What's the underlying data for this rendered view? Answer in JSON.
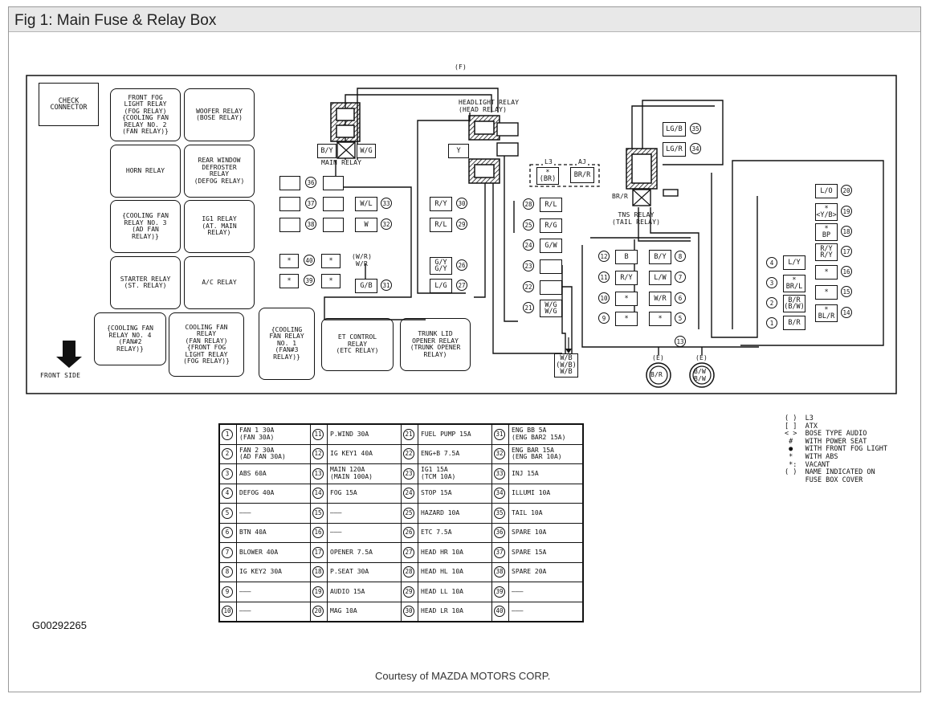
{
  "title": "Fig 1: Main Fuse & Relay Box",
  "diagram": {
    "top_marker": "(F)",
    "front_side": "FRONT SIDE",
    "left_relays": [
      {
        "id": "check-connector",
        "label": "CHECK\nCONNECTOR"
      },
      {
        "id": "front-fog-relay",
        "label": "FRONT FOG\nLIGHT RELAY\n(FOG RELAY)\n{COOLING FAN\nRELAY NO. 2\n(FAN RELAY)}"
      },
      {
        "id": "woofer-relay",
        "label": "WOOFER RELAY\n(BOSE RELAY)"
      },
      {
        "id": "horn-relay",
        "label": "HORN RELAY"
      },
      {
        "id": "rear-defroster-relay",
        "label": "REAR WINDOW\nDEFROSTER\nRELAY\n(DEFOG RELAY)"
      },
      {
        "id": "cooling-fan-relay-3",
        "label": "{COOLING FAN\nRELAY NO. 3\n(AD FAN\nRELAY)}"
      },
      {
        "id": "ig1-relay",
        "label": "IG1 RELAY\n(AT. MAIN\nRELAY)"
      },
      {
        "id": "starter-relay",
        "label": "STARTER RELAY\n(ST. RELAY)"
      },
      {
        "id": "ac-relay",
        "label": "A/C RELAY"
      },
      {
        "id": "cooling-fan-relay-4",
        "label": "{COOLING FAN\nRELAY NO. 4\n(FAN#2\nRELAY)}"
      },
      {
        "id": "cooling-fan-relay",
        "label": "COOLING FAN\nRELAY\n(FAN RELAY)\n{FRONT FOG\nLIGHT RELAY\n(FOG RELAY)}"
      },
      {
        "id": "cooling-fan-relay-1",
        "label": "{COOLING\nFAN RELAY\nNO. 1\n(FAN#3\nRELAY)}"
      },
      {
        "id": "et-control-relay",
        "label": "ET CONTROL\nRELAY\n(ETC RELAY)"
      },
      {
        "id": "trunk-lid-relay",
        "label": "TRUNK LID\nOPENER RELAY\n(TRUNK OPENER\nRELAY)"
      }
    ],
    "main_relay": {
      "label": "MAIN RELAY",
      "wire_left": "B/Y",
      "wire_right": "W/G"
    },
    "headlight_relay": {
      "label": "HEADLIGHT RELAY\n(HEAD RELAY)",
      "wire": "Y"
    },
    "tns_relay": {
      "label": "TNS RELAY\n(TAIL RELAY)",
      "wire": "BR/R"
    },
    "l3_aj": {
      "l3": "L3",
      "aj": "AJ",
      "l3_wire": "*\n(BR)",
      "aj_wire": "BR/R"
    },
    "fuse_slots": [
      {
        "num": "36",
        "wire": ""
      },
      {
        "num": "37",
        "wire": ""
      },
      {
        "num": "38",
        "wire": ""
      },
      {
        "num": "33",
        "wire": "W/L"
      },
      {
        "num": "32",
        "wire": "W"
      },
      {
        "num": "30",
        "wire": "R/Y"
      },
      {
        "num": "29",
        "wire": "R/L"
      },
      {
        "num": "26",
        "wire": "G/Y\nG/Y"
      },
      {
        "num": "27",
        "wire": "L/G"
      },
      {
        "num": "40",
        "wire": "*"
      },
      {
        "num": "39",
        "wire": "*"
      },
      {
        "num": "31",
        "wire": "G/B"
      },
      {
        "num": "28",
        "wire": "R/L"
      },
      {
        "num": "25",
        "wire": "R/G"
      },
      {
        "num": "24",
        "wire": "G/W"
      },
      {
        "num": "23",
        "wire": ""
      },
      {
        "num": "22",
        "wire": ""
      },
      {
        "num": "21",
        "wire": "W/G\nW/G"
      },
      {
        "num": "35",
        "wire": "LG/B"
      },
      {
        "num": "34",
        "wire": "LG/R"
      },
      {
        "num": "12",
        "wire": "B"
      },
      {
        "num": "11",
        "wire": "R/Y"
      },
      {
        "num": "10",
        "wire": "*"
      },
      {
        "num": "9",
        "wire": "*"
      },
      {
        "num": "8",
        "wire": "B/Y"
      },
      {
        "num": "7",
        "wire": "L/W"
      },
      {
        "num": "6",
        "wire": "W/R"
      },
      {
        "num": "5",
        "wire": "*"
      },
      {
        "num": "13",
        "wire": ""
      },
      {
        "num": "4",
        "wire": "L/Y"
      },
      {
        "num": "3",
        "wire": "*\nBR/L"
      },
      {
        "num": "2",
        "wire": "B/R\n(B/W)"
      },
      {
        "num": "1",
        "wire": "B/R"
      },
      {
        "num": "20",
        "wire": "L/O"
      },
      {
        "num": "19",
        "wire": "*\n<Y/B>"
      },
      {
        "num": "18",
        "wire": "*\nBP"
      },
      {
        "num": "17",
        "wire": "R/Y\nR/Y"
      },
      {
        "num": "16",
        "wire": "*"
      },
      {
        "num": "15",
        "wire": "*"
      },
      {
        "num": "14",
        "wire": "*\nBL/R"
      }
    ],
    "side_wires": {
      "star_left": "*",
      "wr_label": "(W/R)\nW/R",
      "wb_label": "W/B\n(W/B)\nW/B"
    },
    "ground_e": [
      {
        "tag": "(E)",
        "wire": "B/R"
      },
      {
        "tag": "(E)",
        "wire": "B/W\nB/W"
      }
    ]
  },
  "fuse_table": {
    "rows": [
      [
        {
          "n": "1",
          "l": "FAN 1 30A\n(FAN 30A)"
        },
        {
          "n": "11",
          "l": "P.WIND 30A"
        },
        {
          "n": "21",
          "l": "FUEL PUMP 15A"
        },
        {
          "n": "31",
          "l": "ENG BB 5A\n(ENG BAR2 15A)"
        }
      ],
      [
        {
          "n": "2",
          "l": "FAN 2 30A\n(AD FAN 30A)"
        },
        {
          "n": "12",
          "l": "IG KEY1 40A"
        },
        {
          "n": "22",
          "l": "ENG+B 7.5A"
        },
        {
          "n": "32",
          "l": "ENG BAR 15A\n(ENG BAR 10A)"
        }
      ],
      [
        {
          "n": "3",
          "l": "ABS 60A"
        },
        {
          "n": "13",
          "l": "MAIN 120A\n(MAIN 100A)"
        },
        {
          "n": "23",
          "l": "IG1 15A\n(TCM 10A)"
        },
        {
          "n": "33",
          "l": "INJ 15A"
        }
      ],
      [
        {
          "n": "4",
          "l": "DEFOG 40A"
        },
        {
          "n": "14",
          "l": "FOG 15A"
        },
        {
          "n": "24",
          "l": "STOP 15A"
        },
        {
          "n": "34",
          "l": "ILLUMI 10A"
        }
      ],
      [
        {
          "n": "5",
          "l": "———"
        },
        {
          "n": "15",
          "l": "———"
        },
        {
          "n": "25",
          "l": "HAZARD 10A"
        },
        {
          "n": "35",
          "l": "TAIL 10A"
        }
      ],
      [
        {
          "n": "6",
          "l": "BTN 40A"
        },
        {
          "n": "16",
          "l": "———"
        },
        {
          "n": "26",
          "l": "ETC 7.5A"
        },
        {
          "n": "36",
          "l": "SPARE 10A"
        }
      ],
      [
        {
          "n": "7",
          "l": "BLOWER 40A"
        },
        {
          "n": "17",
          "l": "OPENER 7.5A"
        },
        {
          "n": "27",
          "l": "HEAD HR 10A"
        },
        {
          "n": "37",
          "l": "SPARE 15A"
        }
      ],
      [
        {
          "n": "8",
          "l": "IG KEY2 30A"
        },
        {
          "n": "18",
          "l": "P.SEAT 30A"
        },
        {
          "n": "28",
          "l": "HEAD HL 10A"
        },
        {
          "n": "38",
          "l": "SPARE 20A"
        }
      ],
      [
        {
          "n": "9",
          "l": "———"
        },
        {
          "n": "19",
          "l": "AUDIO 15A"
        },
        {
          "n": "29",
          "l": "HEAD LL 10A"
        },
        {
          "n": "39",
          "l": "———"
        }
      ],
      [
        {
          "n": "10",
          "l": "———"
        },
        {
          "n": "20",
          "l": "MAG 10A"
        },
        {
          "n": "30",
          "l": "HEAD LR 10A"
        },
        {
          "n": "40",
          "l": "———"
        }
      ]
    ]
  },
  "legend": "( )  L3\n[ ]  ATX\n< >  BOSE TYPE AUDIO\n #   WITH POWER SEAT\n ●   WITH FRONT FOG LIGHT\n *   WITH ABS\n *:  VACANT\n( )  NAME INDICATED ON\n     FUSE BOX COVER",
  "figure_id": "G00292265",
  "credit": "Courtesy of MAZDA MOTORS CORP."
}
